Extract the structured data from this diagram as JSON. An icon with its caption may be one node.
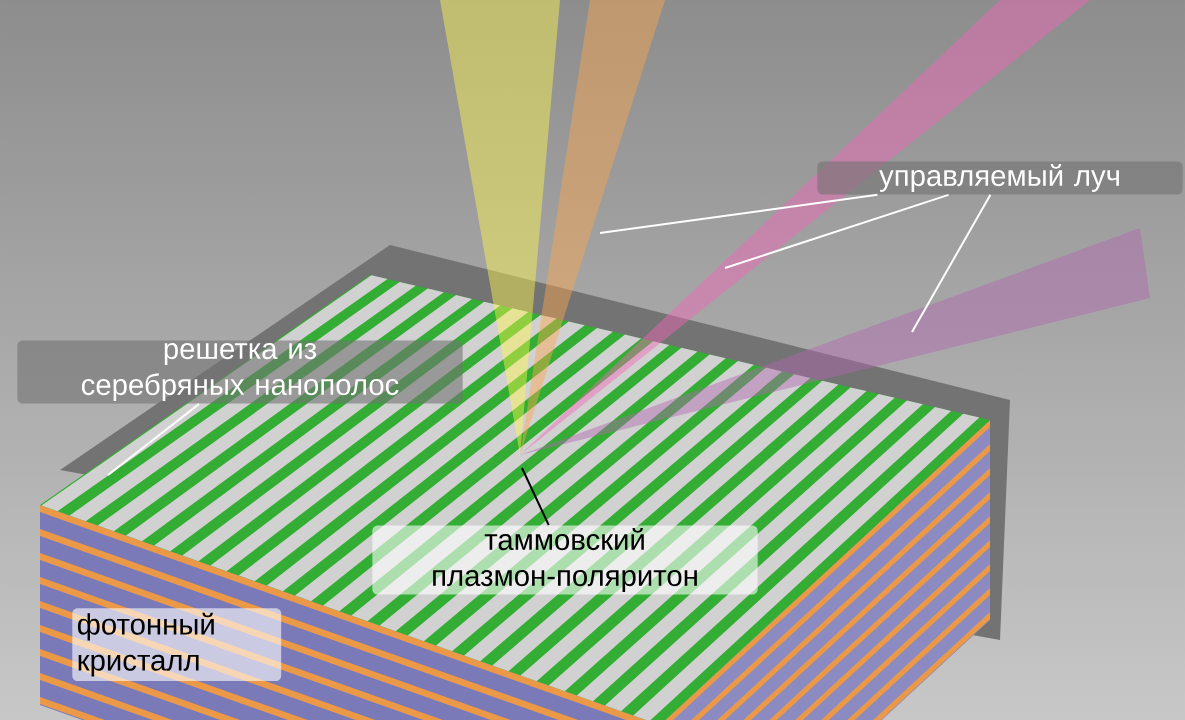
{
  "diagram": {
    "nodes": [
      {
        "text": [
          "управляемый луч"
        ]
      },
      {
        "text": [
          "решетка из серебряных нанополос"
        ]
      },
      {
        "text": [
          "таммовский плазмон-поляритон"
        ]
      }
    ],
    "edges": [
      {
        "from": 0,
        "to": null,
        "arrow": "none"
      },
      {
        "from": 0,
        "to": null,
        "arrow": "none"
      },
      {
        "from": 0,
        "to": null,
        "arrow": "none"
      },
      {
        "from": 1,
        "to": null,
        "arrow": "none"
      },
      {
        "from": 2,
        "to": null,
        "arrow": "none",
        "color": "#000000"
      }
    ],
    "labels": [
      "фотонный кристалл"
    ]
  }
}
